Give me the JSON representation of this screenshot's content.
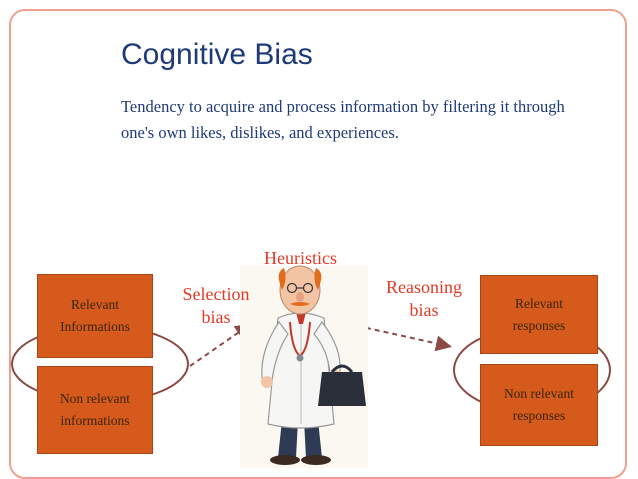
{
  "slide": {
    "title": "Cognitive Bias",
    "definition": "Tendency to acquire and process information by filtering it through one's own likes, dislikes, and experiences."
  },
  "boxes": {
    "relevant_informations": [
      "Relevant",
      "Informations"
    ],
    "non_relevant_informations": [
      "Non relevant",
      "informations"
    ],
    "relevant_responses": [
      "Relevant",
      "responses"
    ],
    "non_relevant_responses": [
      "Non relevant",
      "responses"
    ]
  },
  "labels": {
    "heuristics": "Heuristics",
    "selection_bias": [
      "Selection",
      "bias"
    ],
    "reasoning_bias": [
      "Reasoning",
      "bias"
    ]
  },
  "colors": {
    "title": "#1f3a78",
    "box_fill": "#d55a1b",
    "label_red": "#e23a26",
    "frame": "#f0a090",
    "ellipse": "#8b4a44"
  },
  "illustration": {
    "icon": "doctor-with-bag-icon"
  }
}
